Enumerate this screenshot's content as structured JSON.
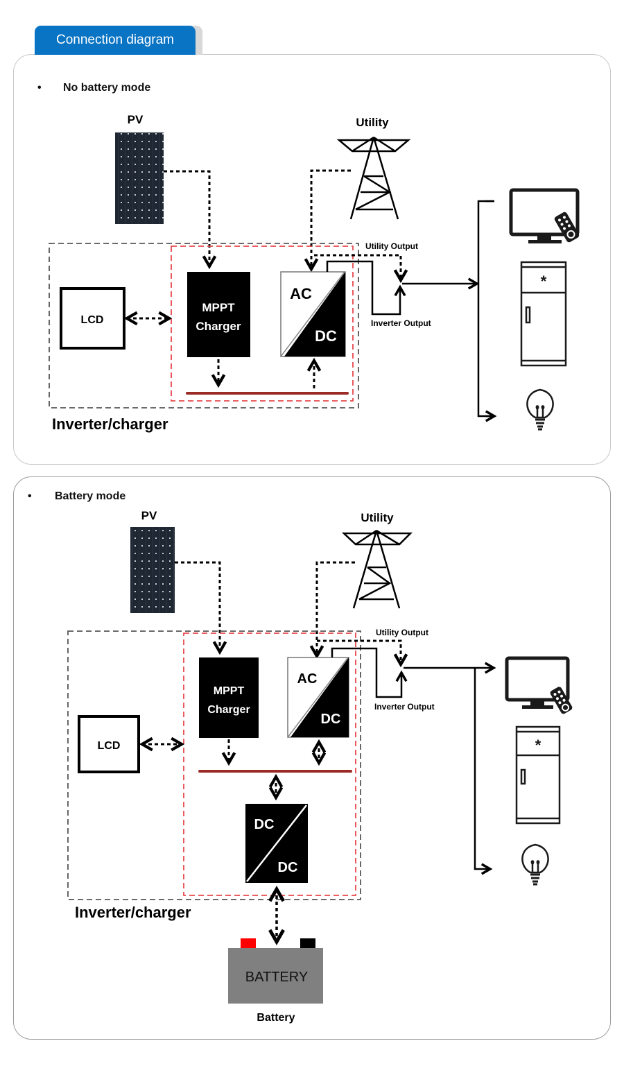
{
  "tab": {
    "label": "Connection diagram"
  },
  "colors": {
    "tab_bg": "#0a74c4",
    "inverter_border": "#555555",
    "charger_border": "#e8474b",
    "dc_bus": "#9b2b25",
    "battery_body": "#808080",
    "battery_pos": "#ff0000",
    "battery_neg": "#000000"
  },
  "section1": {
    "bullet": "•",
    "title": "No battery mode",
    "pv_label": "PV",
    "utility_label": "Utility",
    "lcd_label": "LCD",
    "mppt_label_1": "MPPT",
    "mppt_label_2": "Charger",
    "ac_label": "AC",
    "dc_label": "DC",
    "utility_output_label": "Utility Output",
    "inverter_output_label": "Inverter Output",
    "inverter_charger_label": "Inverter/charger",
    "loads": [
      "tv-icon",
      "refrigerator-icon",
      "lightbulb-icon"
    ]
  },
  "section2": {
    "bullet": "•",
    "title": "Battery mode",
    "pv_label": "PV",
    "utility_label": "Utility",
    "lcd_label": "LCD",
    "mppt_label_1": "MPPT",
    "mppt_label_2": "Charger",
    "ac_label": "AC",
    "dc_label": "DC",
    "dcdc_label_1": "DC",
    "dcdc_label_2": "DC",
    "utility_output_label": "Utility Output",
    "inverter_output_label": "Inverter Output",
    "inverter_charger_label": "Inverter/charger",
    "battery_body_label": "BATTERY",
    "battery_label": "Battery",
    "loads": [
      "tv-icon",
      "refrigerator-icon",
      "lightbulb-icon"
    ]
  }
}
